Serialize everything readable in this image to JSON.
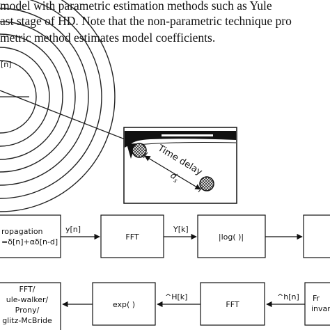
{
  "prose_lines": [
    "model with parametric estimation methods such as Yule",
    "ast stage of HD. Note that the non-parametric technique pro",
    "metric method estimates model coefficients."
  ],
  "illustration": {
    "source_label": "[n]",
    "delay_label": "Time delay",
    "distance_symbol": "d",
    "distance_subscript": "s"
  },
  "flow": {
    "top_row": {
      "propagation_line1": "ropagation",
      "propagation_line2": "=δ[n]+αδ[n-d]",
      "arrow1_label": "y[n]",
      "fft_label": "FFT",
      "arrow2_label": "Y[k]",
      "log_label": "|log( )|"
    },
    "bottom_row": {
      "methods_lines": [
        "FFT/",
        "ule-walker/",
        "Prony/",
        "glitz-McBride"
      ],
      "exp_label": "exp( )",
      "arrow_h_label": "^H[k]",
      "fft_label": "FFT",
      "arrow_hn_label": "^h[n]",
      "right_line1": "Fr",
      "right_line2": "invar"
    }
  }
}
